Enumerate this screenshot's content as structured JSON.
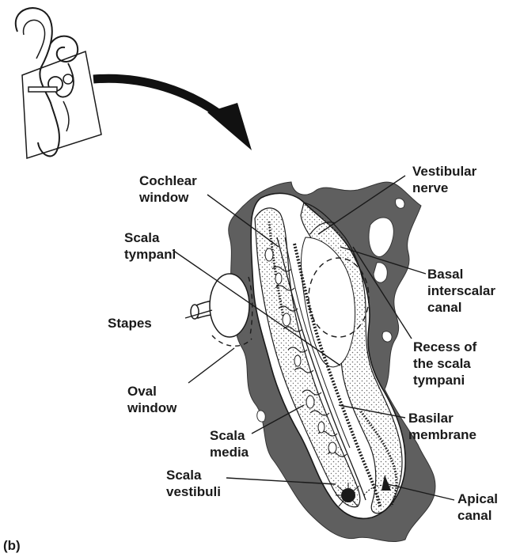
{
  "panel_label": "(b)",
  "labels": {
    "cochlear_window": [
      "Cochlear",
      "window"
    ],
    "scala_tympani": [
      "Scala",
      "tympani"
    ],
    "stapes": [
      "Stapes"
    ],
    "oval_window": [
      "Oval",
      "window"
    ],
    "scala_media": [
      "Scala",
      "media"
    ],
    "scala_vestibuli": [
      "Scala",
      "vestibuli"
    ],
    "vestibular_nerve": [
      "Vestibular",
      "nerve"
    ],
    "basal_interscalar_canal": [
      "Basal",
      "interscalar",
      "canal"
    ],
    "recess_scala_tympani": [
      "Recess of",
      "the scala",
      "tympani"
    ],
    "basilar_membrane": [
      "Basilar",
      "membrane"
    ],
    "apical_canal": [
      "Apical",
      "canal"
    ]
  },
  "colors": {
    "bone": "#5f5f5f",
    "ink": "#1a1a1a",
    "paper": "#ffffff",
    "stipple": "#6a6a6a"
  }
}
